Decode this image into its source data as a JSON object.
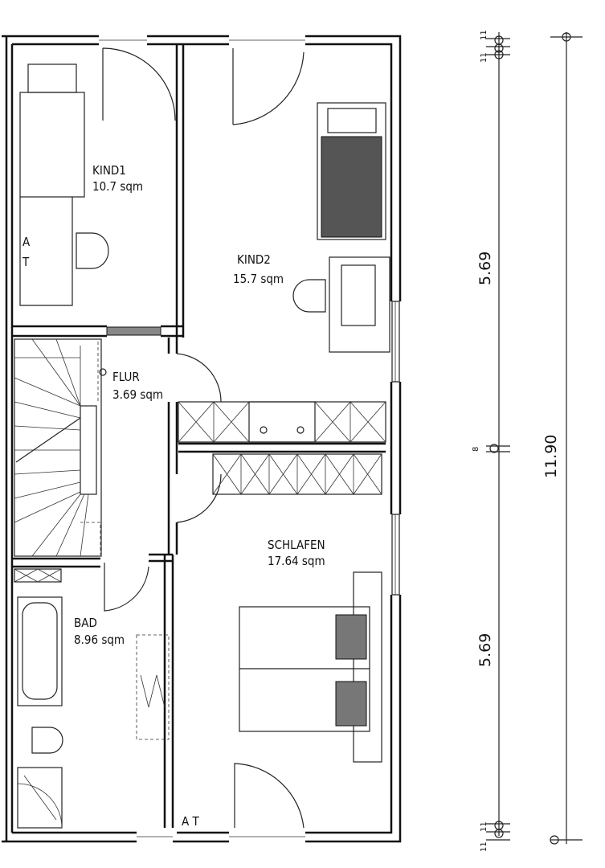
{
  "rooms": [
    {
      "name": "KIND1",
      "area": "10.7 sqm"
    },
    {
      "name": "KIND2",
      "area": "15.7 sqm"
    },
    {
      "name": "FLUR",
      "area": "3.69 sqm"
    },
    {
      "name": "SCHLAFEN",
      "area": "17.64 sqm"
    },
    {
      "name": "BAD",
      "area": "8.96 sqm"
    }
  ],
  "markers": {
    "at_top": "A",
    "at_top2": "T",
    "at_bottom": "A T"
  },
  "dimensions": {
    "upper": "5.69",
    "lower": "5.69",
    "total": "11.90",
    "small_top": "11",
    "small_top2": "11",
    "small_mid": "8",
    "small_bot": "11",
    "small_bot2": "11"
  }
}
